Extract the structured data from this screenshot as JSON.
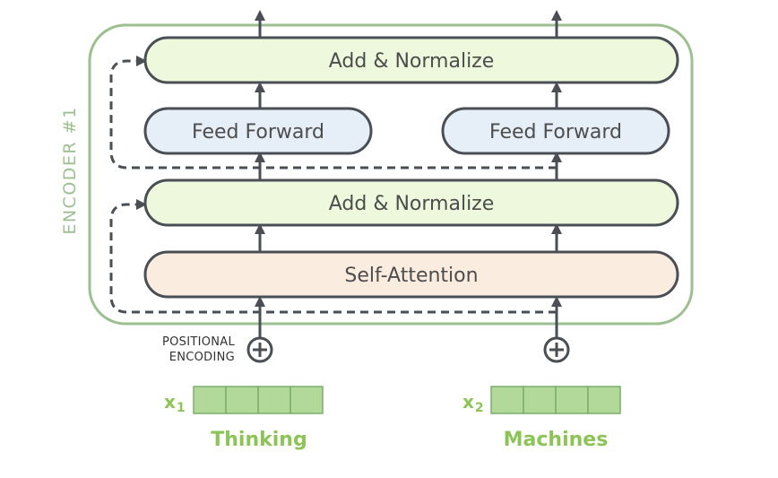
{
  "encoder": {
    "label": "ENCODER #1"
  },
  "layers": {
    "add_norm_top": "Add & Normalize",
    "feed_forward_left": "Feed Forward",
    "feed_forward_right": "Feed Forward",
    "add_norm_bottom": "Add & Normalize",
    "self_attention": "Self-Attention"
  },
  "positional_encoding": {
    "line1": "POSITIONAL",
    "line2": "ENCODING"
  },
  "inputs": [
    {
      "var": "x",
      "sub": "1",
      "word": "Thinking"
    },
    {
      "var": "x",
      "sub": "2",
      "word": "Machines"
    }
  ],
  "colors": {
    "encoder_border": "#9cc08f",
    "add_norm_fill": "#eef8dc",
    "feed_forward_fill": "#e6eef8",
    "self_attention_fill": "#fbece0",
    "box_stroke": "#4a4f55",
    "arrow": "#4a4f55",
    "vector_fill": "#b2d99a",
    "vector_stroke": "#7cae6b",
    "word_color": "#8cc456"
  }
}
